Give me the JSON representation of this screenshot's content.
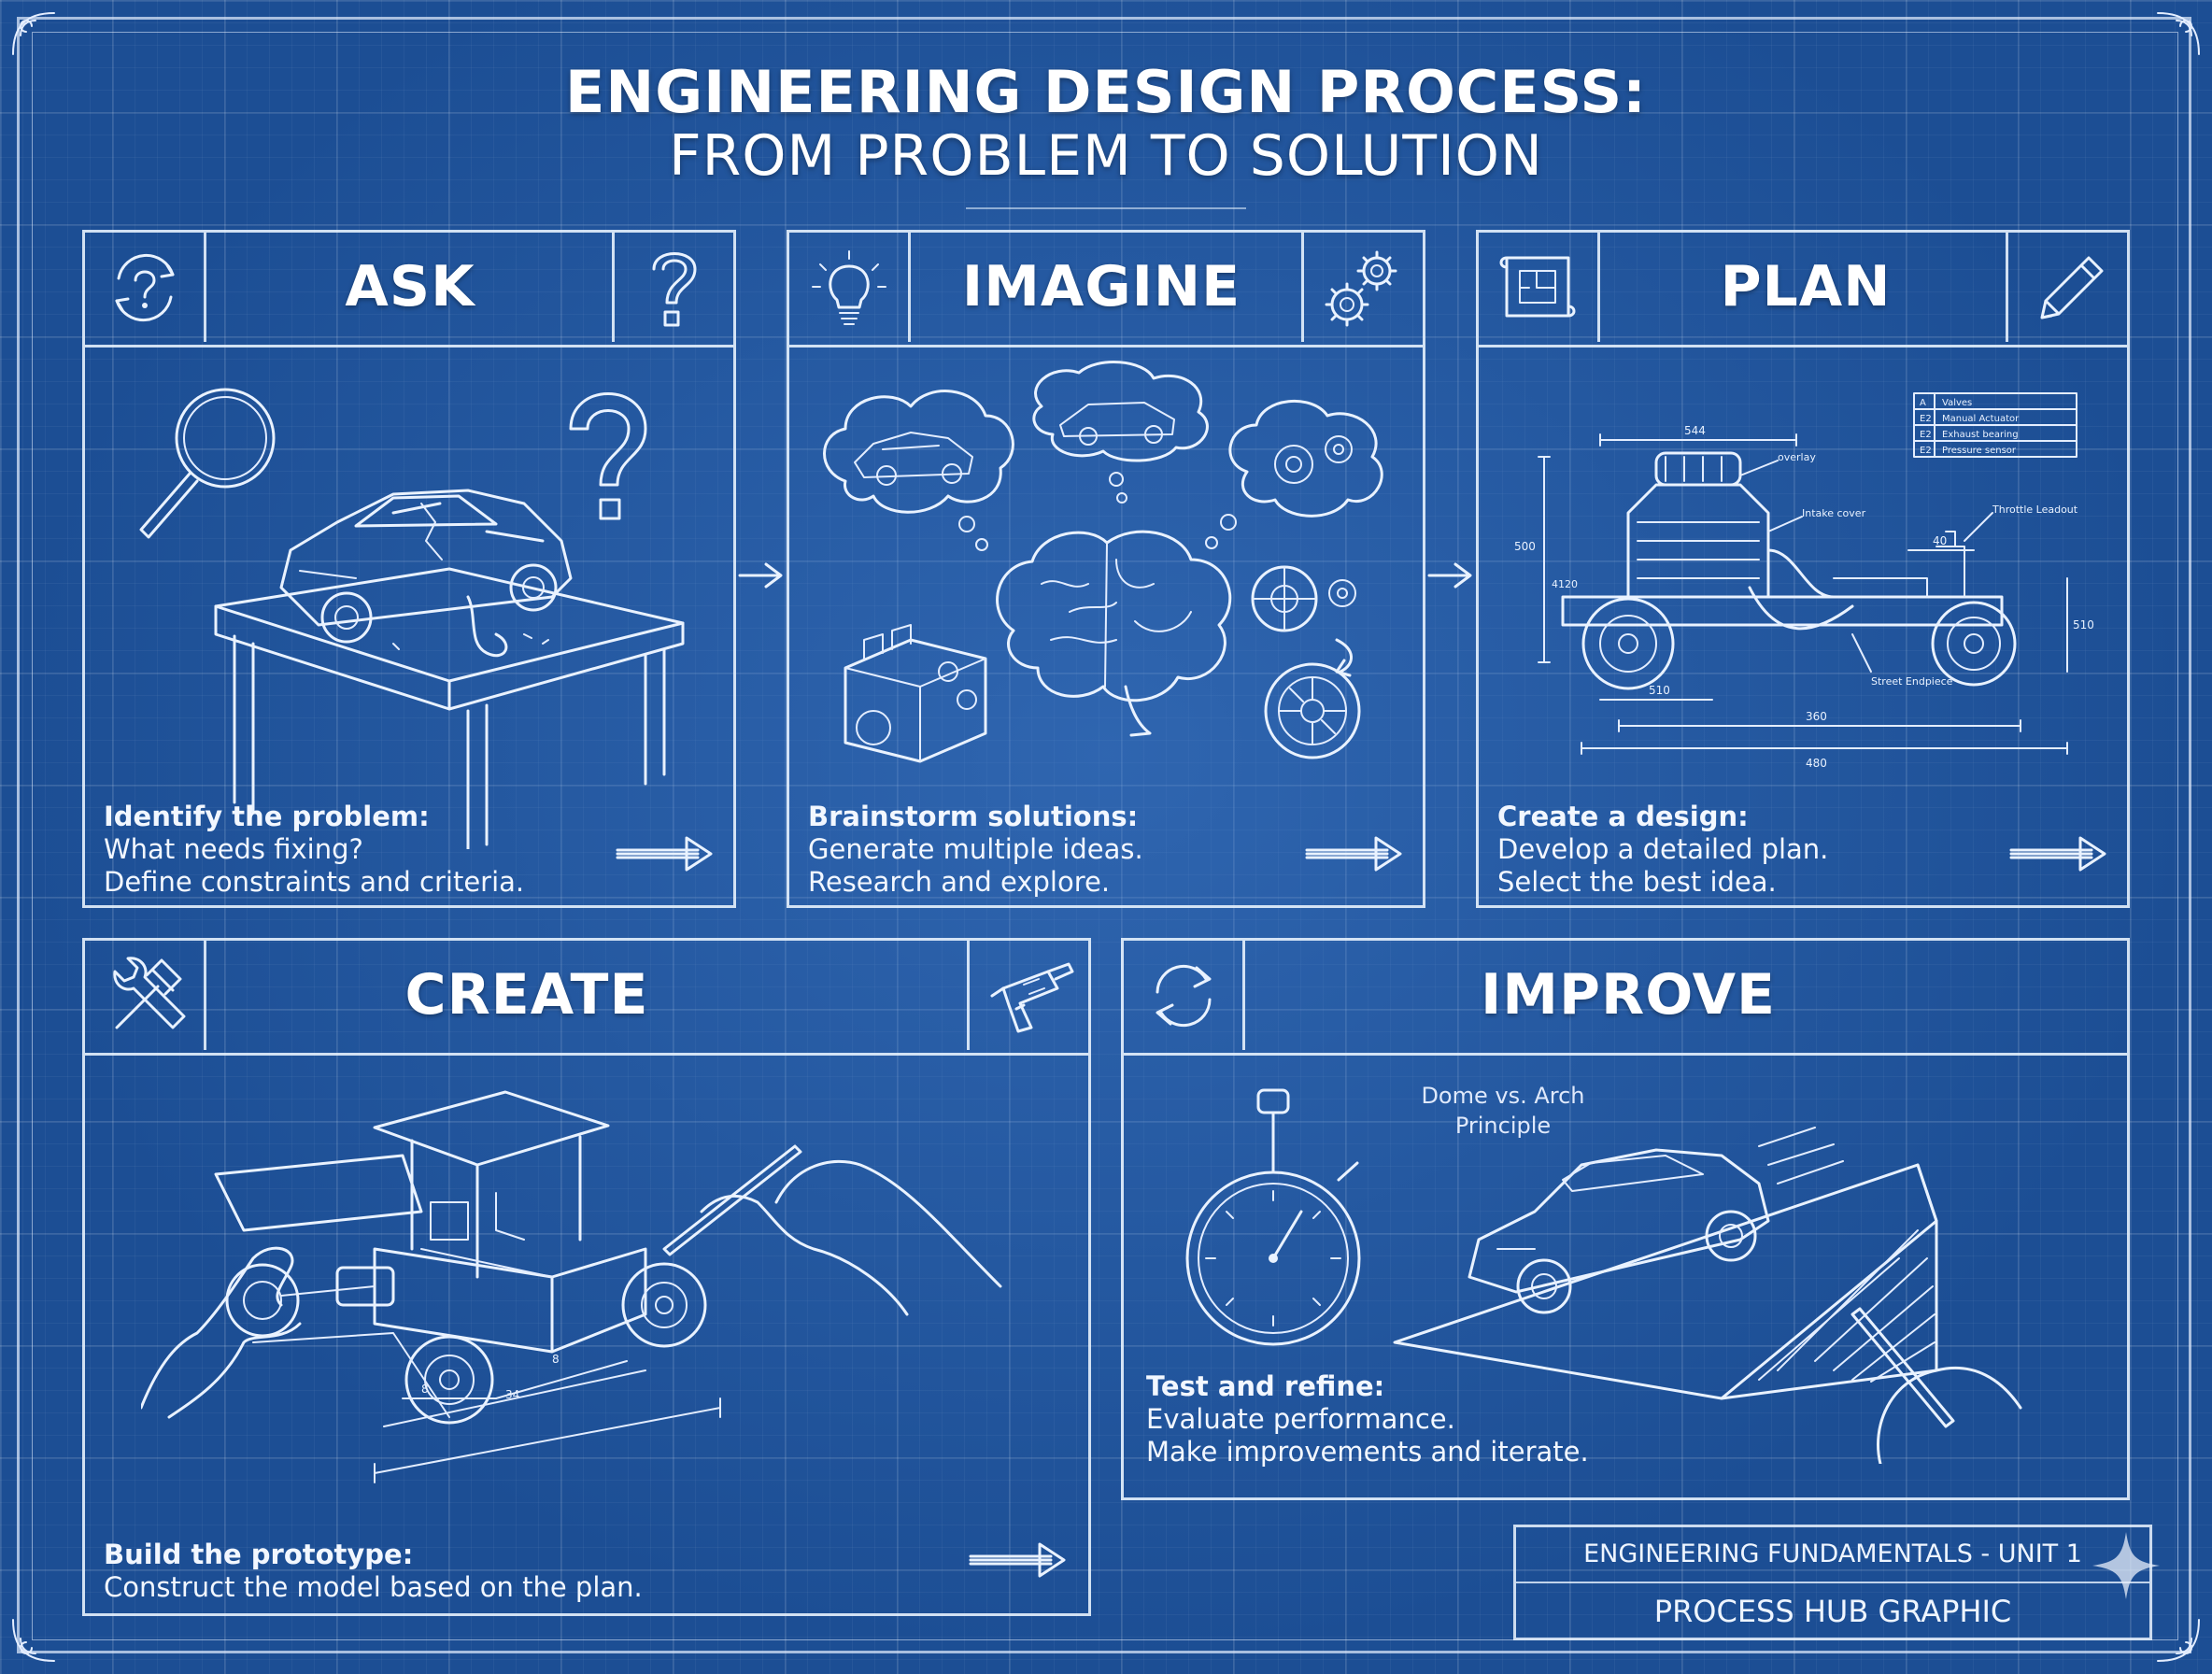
{
  "title": {
    "line1": "ENGINEERING DESIGN PROCESS:",
    "line2": "FROM PROBLEM TO SOLUTION"
  },
  "steps": [
    {
      "title": "ASK",
      "heading": "Identify the problem:",
      "lines": [
        "What needs fixing?",
        "Define constraints and criteria."
      ],
      "icons": [
        "question-cycle-icon",
        "question-mark-icon"
      ]
    },
    {
      "title": "IMAGINE",
      "heading": "Brainstorm solutions:",
      "lines": [
        "Generate multiple ideas.",
        "Research and explore."
      ],
      "icons": [
        "lightbulb-icon",
        "gears-icon"
      ]
    },
    {
      "title": "PLAN",
      "heading": "Create a design:",
      "lines": [
        "Develop a detailed plan.",
        "Select the best idea."
      ],
      "icons": [
        "blueprint-scroll-icon",
        "pencil-icon"
      ]
    },
    {
      "title": "CREATE",
      "heading": "Build the prototype:",
      "lines": [
        "Construct the model based on the plan."
      ],
      "icons": [
        "hammer-wrench-icon",
        "glue-gun-icon"
      ]
    },
    {
      "title": "IMPROVE",
      "heading": "Test and refine:",
      "lines": [
        "Evaluate performance.",
        "Make improvements and iterate."
      ],
      "icons": [
        "refresh-cycle-icon"
      ],
      "annotation": [
        "Dome vs. Arch",
        "Principle"
      ]
    }
  ],
  "plan_drawing": {
    "dims": [
      "544",
      "500",
      "4120",
      "40",
      "510",
      "510",
      "360",
      "480"
    ],
    "callouts": [
      "overlay",
      "Intake cover",
      "Throttle Leadout",
      "Street Endpiece"
    ],
    "table": [
      "Valves",
      "Manual Actuator",
      "Exhaust bearing",
      "Pressure sensor"
    ],
    "table_ids": [
      "A",
      "E2",
      "E2",
      "E2"
    ]
  },
  "create_drawing": {
    "dims": [
      "8",
      "8",
      "34"
    ]
  },
  "footer": {
    "course": "ENGINEERING FUNDAMENTALS - UNIT 1",
    "label": "PROCESS HUB GRAPHIC"
  },
  "colors": {
    "background": "#1c4e94",
    "line": "#e9f2ff"
  }
}
